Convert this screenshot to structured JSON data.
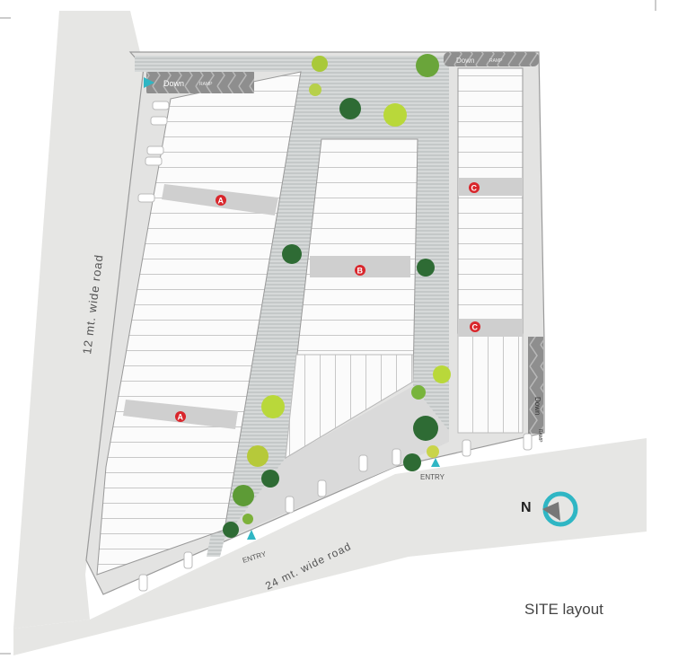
{
  "title": "SITE layout",
  "roads": {
    "left": "12 mt. wide road",
    "bottom": "24 mt. wide road"
  },
  "ramps": [
    {
      "down": "Down",
      "ramp": "RAMP"
    },
    {
      "down": "Down",
      "ramp": "RAMP"
    },
    {
      "down": "Down",
      "ramp": "RAMP"
    }
  ],
  "entries": [
    "ENTRY",
    "ENTRY"
  ],
  "blocks": {
    "a": "A",
    "b": "B",
    "c": "C"
  },
  "compass": {
    "label": "N",
    "icon": "north-arrow-icon"
  },
  "colors": {
    "road": "#e6e6e4",
    "aisle": "#c9cccc",
    "accent": "#2fb6c4",
    "marker": "#d9262c",
    "ramp": "#8c8c8c",
    "tree_dark": "#2e6b34",
    "tree_light": "#a9c93a"
  }
}
